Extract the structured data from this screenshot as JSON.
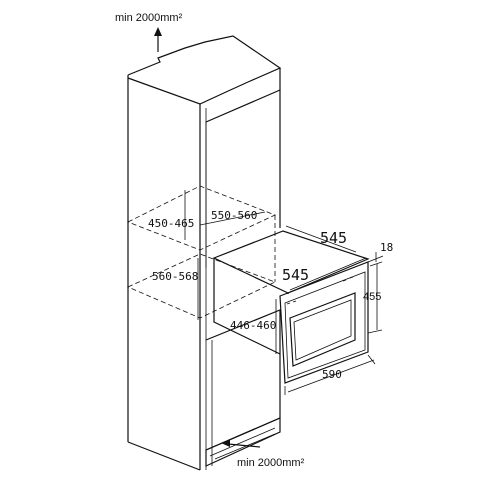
{
  "labels": {
    "top_ventilation": "min 2000mm²",
    "bottom_ventilation": "min 2000mm²",
    "niche_depth_left": "450-465",
    "niche_width": "550-560",
    "niche_height": "560-568",
    "appliance_depth_top": "545",
    "appliance_depth_side": "545",
    "door_thickness": "18",
    "appliance_height": "455",
    "opening_height": "446-460",
    "appliance_width": "590"
  }
}
